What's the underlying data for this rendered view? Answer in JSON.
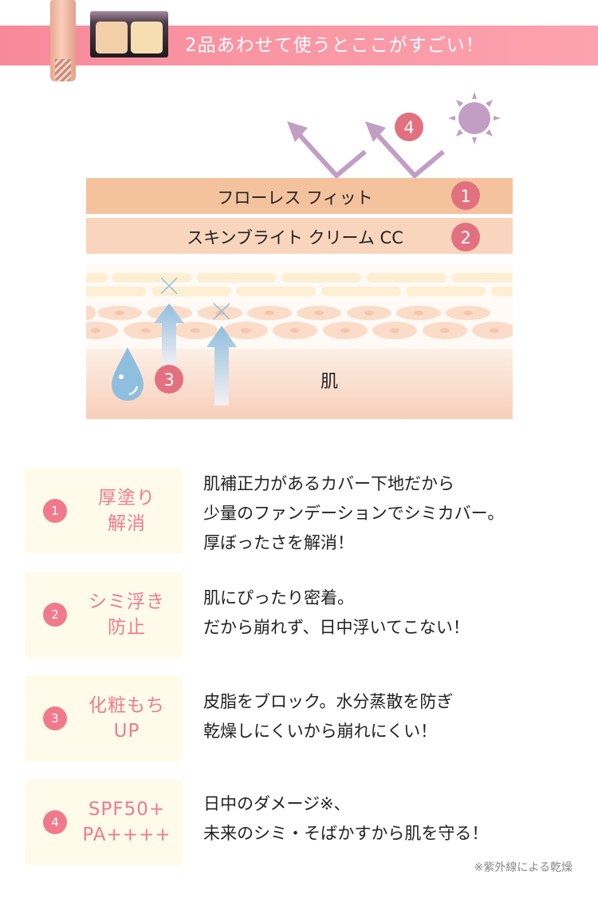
{
  "banner": {
    "title": "2品あわせて使うとここがすごい！"
  },
  "diagram": {
    "layers": [
      {
        "label": "フローレス フィット",
        "number": "1"
      },
      {
        "label": "スキンブライト クリーム CC",
        "number": "2"
      }
    ],
    "skin_label": "肌",
    "moisture_number": "3",
    "uv_number": "4"
  },
  "cards": [
    {
      "number": "1",
      "label_lines": [
        "厚塗り",
        "解消"
      ],
      "desc_lines": [
        "肌補正力があるカバー下地だから",
        "少量のファンデーションでシミカバー。",
        "厚ぼったさを解消！"
      ]
    },
    {
      "number": "2",
      "label_lines": [
        "シミ浮き",
        "防止"
      ],
      "desc_lines": [
        "肌にぴったり密着。",
        "だから崩れず、日中浮いてこない！"
      ]
    },
    {
      "number": "3",
      "label_lines": [
        "化粧もち",
        "UP"
      ],
      "desc_lines": [
        "皮脂をブロック。水分蒸散を防ぎ",
        "乾燥しにくいから崩れにくい！"
      ]
    },
    {
      "number": "4",
      "label_lines": [
        "SPF50+",
        "PA++++"
      ],
      "desc_lines": [
        "日中のダメージ※、",
        "未来のシミ・そばかすから肌を守る！"
      ]
    }
  ],
  "footnote": "※紫外線による乾燥",
  "colors": {
    "accent": "#f07a8c",
    "badge": "#e2707e",
    "uv": "#c29dc4",
    "water": "#8fbfde",
    "card_bg": "#fffbea"
  }
}
